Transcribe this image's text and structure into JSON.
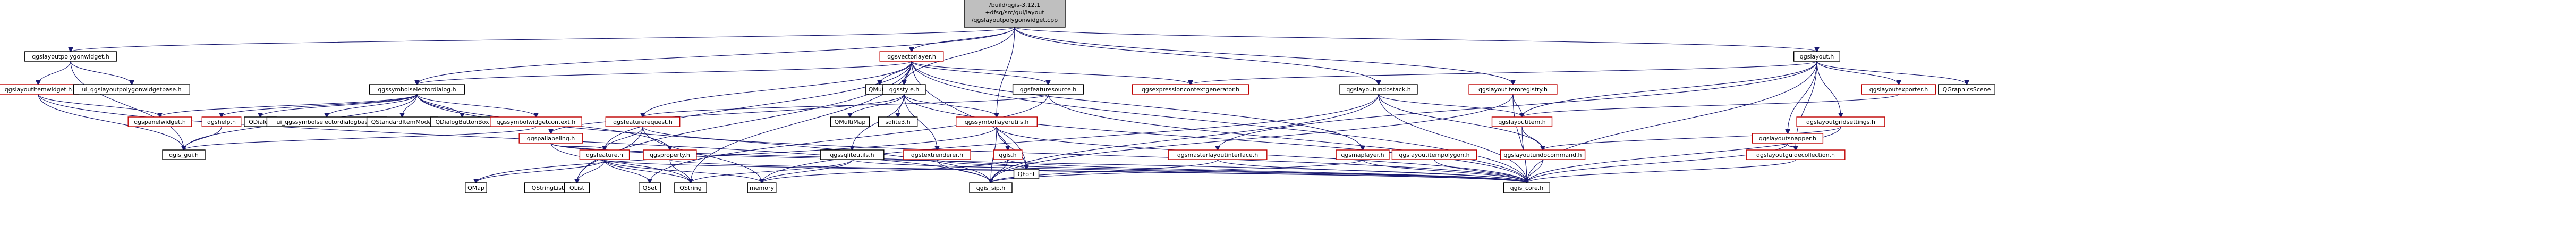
{
  "graph": {
    "root": {
      "id": "root",
      "lines": [
        "/build/qgis-3.12.1",
        "+dfsg/src/gui/layout",
        "/qgslayoutpolygonwidget.cpp"
      ]
    },
    "nodes": [
      {
        "id": "qgslayoutpolygonwidget_h",
        "label": "qgslayoutpolygonwidget.h",
        "style": "normal"
      },
      {
        "id": "qgsvectorlayer_h",
        "label": "qgsvectorlayer.h",
        "style": "red"
      },
      {
        "id": "qgslayout_h",
        "label": "qgslayout.h",
        "style": "normal"
      },
      {
        "id": "qgslayoutitemwidget_h",
        "label": "qgslayoutitemwidget.h",
        "style": "red"
      },
      {
        "id": "ui_qgslayoutpolygonwidgetbase_h",
        "label": "ui_qgslayoutpolygonwidgetbase.h",
        "style": "normal"
      },
      {
        "id": "qgssymbolselectordialog_h",
        "label": "qgssymbolselectordialog.h",
        "style": "normal"
      },
      {
        "id": "qmutex",
        "label": "QMutex",
        "style": "normal"
      },
      {
        "id": "qgsstyle_h",
        "label": "qgsstyle.h",
        "style": "normal"
      },
      {
        "id": "qgsfeaturesource_h",
        "label": "qgsfeaturesource.h",
        "style": "normal"
      },
      {
        "id": "qgsexpressioncontextgenerator_h",
        "label": "qgsexpressioncontextgenerator.h",
        "style": "red"
      },
      {
        "id": "qgslayoutundostack_h",
        "label": "qgslayoutundostack.h",
        "style": "normal"
      },
      {
        "id": "qgslayoutitemregistry_h",
        "label": "qgslayoutitemregistry.h",
        "style": "red"
      },
      {
        "id": "qgslayoutexporter_h",
        "label": "qgslayoutexporter.h",
        "style": "red"
      },
      {
        "id": "qgraphicsscene",
        "label": "QGraphicsScene",
        "style": "normal"
      },
      {
        "id": "qgspanelwidget_h",
        "label": "qgspanelwidget.h",
        "style": "red"
      },
      {
        "id": "qgshelp_h",
        "label": "qgshelp.h",
        "style": "red"
      },
      {
        "id": "qdialog",
        "label": "QDialog",
        "style": "normal"
      },
      {
        "id": "ui_qgssymbolselectordialogbase_h",
        "label": "ui_qgssymbolselectordialogbase.h",
        "style": "normal"
      },
      {
        "id": "qstandarditemmodel",
        "label": "QStandardItemModel",
        "style": "normal"
      },
      {
        "id": "qdialogbuttonbox",
        "label": "QDialogButtonBox",
        "style": "normal"
      },
      {
        "id": "qgssymbolwidgetcontext_h",
        "label": "qgssymbolwidgetcontext.h",
        "style": "red"
      },
      {
        "id": "qgsfeaturerequest_h",
        "label": "qgsfeaturerequest.h",
        "style": "red"
      },
      {
        "id": "qmultimap",
        "label": "QMultiMap",
        "style": "normal"
      },
      {
        "id": "sqlite3_h",
        "label": "sqlite3.h",
        "style": "normal"
      },
      {
        "id": "qgssymbollayerutils_h",
        "label": "qgssymbollayerutils.h",
        "style": "red"
      },
      {
        "id": "qgslayoutitem_h",
        "label": "qgslayoutitem.h",
        "style": "red"
      },
      {
        "id": "qgsgridsettings_h",
        "label": "qgslayoutgridsettings.h",
        "style": "red"
      },
      {
        "id": "qgslayoutsnapper_h",
        "label": "qgslayoutsnapper.h",
        "style": "red"
      },
      {
        "id": "qgspallabeling_h",
        "label": "qgspallabeling.h",
        "style": "red"
      },
      {
        "id": "qgsgui_h",
        "label": "qgis_gui.h",
        "style": "normal"
      },
      {
        "id": "qgsfeature_h",
        "label": "qgsfeature.h",
        "style": "red"
      },
      {
        "id": "qgsproperty_h",
        "label": "qgsproperty.h",
        "style": "red"
      },
      {
        "id": "qgssqliteutils_h",
        "label": "qgssqliteutils.h",
        "style": "normal"
      },
      {
        "id": "qgstextrenderer_h",
        "label": "qgstextrenderer.h",
        "style": "red"
      },
      {
        "id": "qgis_h",
        "label": "qgis.h",
        "style": "red"
      },
      {
        "id": "qfont",
        "label": "QFont",
        "style": "normal"
      },
      {
        "id": "qgsmasterlayoutinterface_h",
        "label": "qgsmasterlayoutinterface.h",
        "style": "red"
      },
      {
        "id": "qgsmaplayer_h",
        "label": "qgsmaplayer.h",
        "style": "red"
      },
      {
        "id": "qgslayoutitempolygon_h",
        "label": "qgslayoutitempolygon.h",
        "style": "red"
      },
      {
        "id": "qgslayoutundocommand_h",
        "label": "qgslayoutundocommand.h",
        "style": "red"
      },
      {
        "id": "qgslayoutguidecollection_h",
        "label": "qgslayoutguidecollection.h",
        "style": "red"
      },
      {
        "id": "qmap",
        "label": "QMap",
        "style": "normal"
      },
      {
        "id": "qstringlist",
        "label": "QStringList",
        "style": "normal"
      },
      {
        "id": "qlist",
        "label": "QList",
        "style": "normal"
      },
      {
        "id": "qset",
        "label": "QSet",
        "style": "normal"
      },
      {
        "id": "qstring",
        "label": "QString",
        "style": "normal"
      },
      {
        "id": "memory",
        "label": "memory",
        "style": "normal"
      },
      {
        "id": "qgis_sip_h",
        "label": "qgis_sip.h",
        "style": "normal"
      },
      {
        "id": "qgis_core_h",
        "label": "qgis_core.h",
        "style": "normal"
      }
    ],
    "edges": [
      [
        "root",
        "qgslayoutpolygonwidget_h"
      ],
      [
        "root",
        "qgsvectorlayer_h"
      ],
      [
        "root",
        "qgslayout_h"
      ],
      [
        "root",
        "qgslayoutundostack_h"
      ],
      [
        "root",
        "qgssymbollayerutils_h"
      ],
      [
        "root",
        "qgslayoutitemregistry_h"
      ],
      [
        "root",
        "qgssymbolselectordialog_h"
      ],
      [
        "root",
        "qgsstyle_h"
      ],
      [
        "qgslayoutpolygonwidget_h",
        "qgslayoutitemwidget_h"
      ],
      [
        "qgslayoutpolygonwidget_h",
        "ui_qgslayoutpolygonwidgetbase_h"
      ],
      [
        "qgslayoutpolygonwidget_h",
        "qgsgui_h"
      ],
      [
        "qgslayoutitemwidget_h",
        "qgspanelwidget_h"
      ],
      [
        "qgslayoutitemwidget_h",
        "qgsgui_h"
      ],
      [
        "qgslayoutitemwidget_h",
        "qgis_sip_h"
      ],
      [
        "qgsvectorlayer_h",
        "qgssymbolselectordialog_h"
      ],
      [
        "qgsvectorlayer_h",
        "qmutex"
      ],
      [
        "qgsvectorlayer_h",
        "qgsstyle_h"
      ],
      [
        "qgsvectorlayer_h",
        "qgsfeaturesource_h"
      ],
      [
        "qgsvectorlayer_h",
        "qgsexpressioncontextgenerator_h"
      ],
      [
        "qgsvectorlayer_h",
        "qgsfeaturerequest_h"
      ],
      [
        "qgsvectorlayer_h",
        "qgsmaplayer_h"
      ],
      [
        "qgsvectorlayer_h",
        "qgsfeature_h"
      ],
      [
        "qgsvectorlayer_h",
        "qgis_core_h"
      ],
      [
        "qgsvectorlayer_h",
        "qlist"
      ],
      [
        "qgsvectorlayer_h",
        "qstring"
      ],
      [
        "qgsvectorlayer_h",
        "qfont"
      ],
      [
        "qgslayout_h",
        "qgsexpressioncontextgenerator_h"
      ],
      [
        "qgslayout_h",
        "qgslayoutexporter_h"
      ],
      [
        "qgslayout_h",
        "qgraphicsscene"
      ],
      [
        "qgslayout_h",
        "qgslayoutitem_h"
      ],
      [
        "qgslayout_h",
        "qgsgridsettings_h"
      ],
      [
        "qgslayout_h",
        "qgslayoutsnapper_h"
      ],
      [
        "qgslayout_h",
        "qgslayoutguidecollection_h"
      ],
      [
        "qgslayout_h",
        "qgsmasterlayoutinterface_h"
      ],
      [
        "qgslayout_h",
        "qgis_core_h"
      ],
      [
        "qgssymbolselectordialog_h",
        "qgspanelwidget_h"
      ],
      [
        "qgssymbolselectordialog_h",
        "qgshelp_h"
      ],
      [
        "qgssymbolselectordialog_h",
        "qdialog"
      ],
      [
        "qgssymbolselectordialog_h",
        "ui_qgssymbolselectordialogbase_h"
      ],
      [
        "qgssymbolselectordialog_h",
        "qstandarditemmodel"
      ],
      [
        "qgssymbolselectordialog_h",
        "qdialogbuttonbox"
      ],
      [
        "qgssymbolselectordialog_h",
        "qgssymbolwidgetcontext_h"
      ],
      [
        "qgssymbolselectordialog_h",
        "qgsproperty_h"
      ],
      [
        "qgssymbolselectordialog_h",
        "qgsgui_h"
      ],
      [
        "qgssymbolselectordialog_h",
        "qgis_sip_h"
      ],
      [
        "qgsstyle_h",
        "qmultimap"
      ],
      [
        "qgsstyle_h",
        "sqlite3_h"
      ],
      [
        "qgsstyle_h",
        "qgssymbollayerutils_h"
      ],
      [
        "qgsstyle_h",
        "qgspallabeling_h"
      ],
      [
        "qgsstyle_h",
        "qgssqliteutils_h"
      ],
      [
        "qgsstyle_h",
        "qgstextrenderer_h"
      ],
      [
        "qgsstyle_h",
        "qgis_core_h"
      ],
      [
        "qgsfeaturesource_h",
        "qgsfeaturerequest_h"
      ],
      [
        "qgsfeaturesource_h",
        "qgis_core_h"
      ],
      [
        "qgsfeaturesource_h",
        "qset"
      ],
      [
        "qgslayoutundostack_h",
        "qgslayoutundocommand_h"
      ],
      [
        "qgslayoutundostack_h",
        "qgslayoutitem_h"
      ],
      [
        "qgslayoutundostack_h",
        "qgis_core_h"
      ],
      [
        "qgslayoutundostack_h",
        "memory"
      ],
      [
        "qgslayoutundostack_h",
        "qgis_sip_h"
      ],
      [
        "qgslayoutitemregistry_h",
        "qgslayoutitem_h"
      ],
      [
        "qgslayoutitemregistry_h",
        "qgis_core_h"
      ],
      [
        "qgslayoutitemregistry_h",
        "qgis_sip_h"
      ],
      [
        "qgslayoutexporter_h",
        "qgslayoutitem_h"
      ],
      [
        "qgshelp_h",
        "qgsgui_h"
      ],
      [
        "qgssymbolwidgetcontext_h",
        "qgsgui_h"
      ],
      [
        "qgsfeaturerequest_h",
        "qgsfeature_h"
      ],
      [
        "qgsfeaturerequest_h",
        "qgis_core_h"
      ],
      [
        "qgsfeaturerequest_h",
        "qlist"
      ],
      [
        "qgsfeaturerequest_h",
        "memory"
      ],
      [
        "qgssymbollayerutils_h",
        "qgis_h"
      ],
      [
        "qgssymbollayerutils_h",
        "qfont"
      ],
      [
        "qgssymbollayerutils_h",
        "qmap"
      ],
      [
        "qgssymbollayerutils_h",
        "qgis_core_h"
      ],
      [
        "qgssymbollayerutils_h",
        "qgis_sip_h"
      ],
      [
        "qgslayoutitem_h",
        "qgslayoutundocommand_h"
      ],
      [
        "qgslayoutitem_h",
        "qgis_core_h"
      ],
      [
        "qgsgridsettings_h",
        "qgslayoutundocommand_h"
      ],
      [
        "qgsgridsettings_h",
        "qgis_core_h"
      ],
      [
        "qgslayoutsnapper_h",
        "qgslayoutguidecollection_h"
      ],
      [
        "qgslayoutsnapper_h",
        "qgis_core_h"
      ],
      [
        "qgspallabeling_h",
        "qgsfeature_h"
      ],
      [
        "qgspallabeling_h",
        "qgis_core_h"
      ],
      [
        "qgspallabeling_h",
        "qstring"
      ],
      [
        "qgspallabeling_h",
        "qfont"
      ],
      [
        "qgsfeature_h",
        "qmap"
      ],
      [
        "qgsfeature_h",
        "qstring"
      ],
      [
        "qgsfeature_h",
        "qlist"
      ],
      [
        "qgsfeature_h",
        "memory"
      ],
      [
        "qgsfeature_h",
        "qset"
      ],
      [
        "qgsfeature_h",
        "qgis_core_h"
      ],
      [
        "qgsproperty_h",
        "qgis_core_h"
      ],
      [
        "qgsproperty_h",
        "qstring"
      ],
      [
        "qgssqliteutils_h",
        "qgis_core_h"
      ],
      [
        "qgssqliteutils_h",
        "qstring"
      ],
      [
        "qgssqliteutils_h",
        "memory"
      ],
      [
        "qgstextrenderer_h",
        "qgis_core_h"
      ],
      [
        "qgstextrenderer_h",
        "qgis_sip_h"
      ],
      [
        "qgis_h",
        "qgis_core_h"
      ],
      [
        "qgis_h",
        "qgis_sip_h"
      ],
      [
        "qgis_h",
        "memory"
      ],
      [
        "qgsmasterlayoutinterface_h",
        "qgis_core_h"
      ],
      [
        "qgsmasterlayoutinterface_h",
        "qgis_sip_h"
      ],
      [
        "qgsmaplayer_h",
        "qgis_core_h"
      ],
      [
        "qgsmaplayer_h",
        "qgis_sip_h"
      ],
      [
        "qgslayoutitempolygon_h",
        "qgis_core_h"
      ],
      [
        "qgslayoutundocommand_h",
        "qgis_core_h"
      ],
      [
        "qgslayoutguidecollection_h",
        "qgis_core_h"
      ]
    ]
  }
}
